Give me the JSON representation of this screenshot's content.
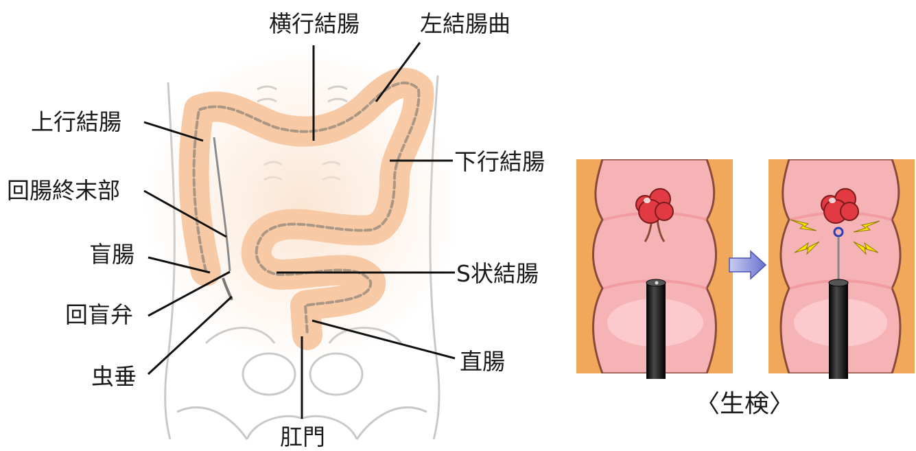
{
  "anatomy": {
    "labels": {
      "transverse_colon": "横行結腸",
      "left_flexure": "左結腸曲",
      "ascending_colon": "上行結腸",
      "terminal_ileum": "回腸終末部",
      "cecum": "盲腸",
      "ileocecal_valve": "回盲弁",
      "appendix": "虫垂",
      "anus": "肛門",
      "descending_colon": "下行結腸",
      "sigmoid_colon": "S状結腸",
      "rectum": "直腸"
    }
  },
  "biopsy": {
    "caption": "〈生検〉"
  },
  "colors": {
    "colon_fill": "#f7c9a4",
    "colon_outline": "#6b6b6b",
    "wall_orange": "#f2a85a",
    "mucosa_pink": "#f6b3b6",
    "polyp_red": "#e23a43",
    "scope_black": "#1c1c1c",
    "arrow_blue": "#7f86d6",
    "spark_yellow": "#ffe600"
  }
}
